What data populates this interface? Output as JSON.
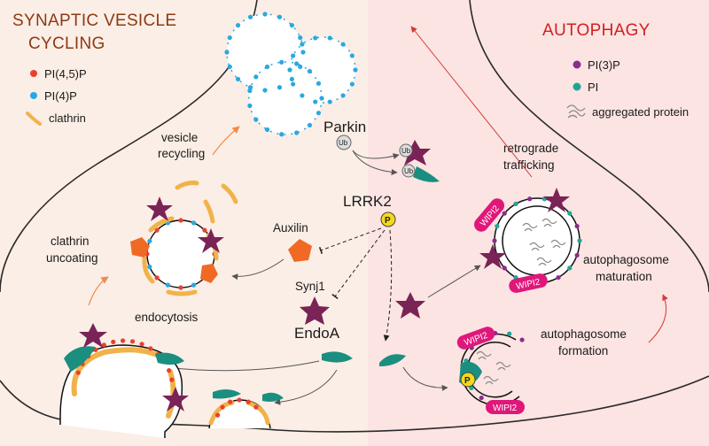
{
  "colors": {
    "bg_left": "#fbeee6",
    "bg_right": "#fbe4e2",
    "pi45p": "#e8412f",
    "pi4p": "#2aa8e0",
    "pi3p": "#8b2c8c",
    "pi": "#1fa596",
    "clathrin": "#f2b24a",
    "kinase_star": "#7a2357",
    "auxilin": "#f06a25",
    "endoA": "#1a8f80",
    "wipi2": "#e0177a",
    "lrrk2_p": "#f5d81b"
  },
  "titles": {
    "left_line1": "SYNAPTIC VESICLE",
    "left_line2": "CYCLING",
    "right": "AUTOPHAGY"
  },
  "legend_left": [
    {
      "icon": "red-dot-icon",
      "label": "PI(4,5)P"
    },
    {
      "icon": "blue-dot-icon",
      "label": "PI(4)P"
    },
    {
      "icon": "clathrin-icon",
      "label": "clathrin"
    }
  ],
  "legend_right": [
    {
      "icon": "purple-dot-icon",
      "label": "PI(3)P"
    },
    {
      "icon": "teal-dot-icon",
      "label": "PI"
    },
    {
      "icon": "aggregated-protein-icon",
      "label": "aggregated protein"
    }
  ],
  "labels": {
    "parkin": "Parkin",
    "lrrk2": "LRRK2",
    "auxilin": "Auxilin",
    "synj1": "Synj1",
    "endoA": "EndoA",
    "vesicle_recycling_1": "vesicle",
    "vesicle_recycling_2": "recycling",
    "clathrin_uncoating_1": "clathrin",
    "clathrin_uncoating_2": "uncoating",
    "endocytosis": "endocytosis",
    "retrograde_1": "retrograde",
    "retrograde_2": "trafficking",
    "maturation_1": "autophagosome",
    "maturation_2": "maturation",
    "formation_1": "autophagosome",
    "formation_2": "formation",
    "ub": "Ub",
    "p": "P",
    "wipi2": "WIPI2"
  }
}
